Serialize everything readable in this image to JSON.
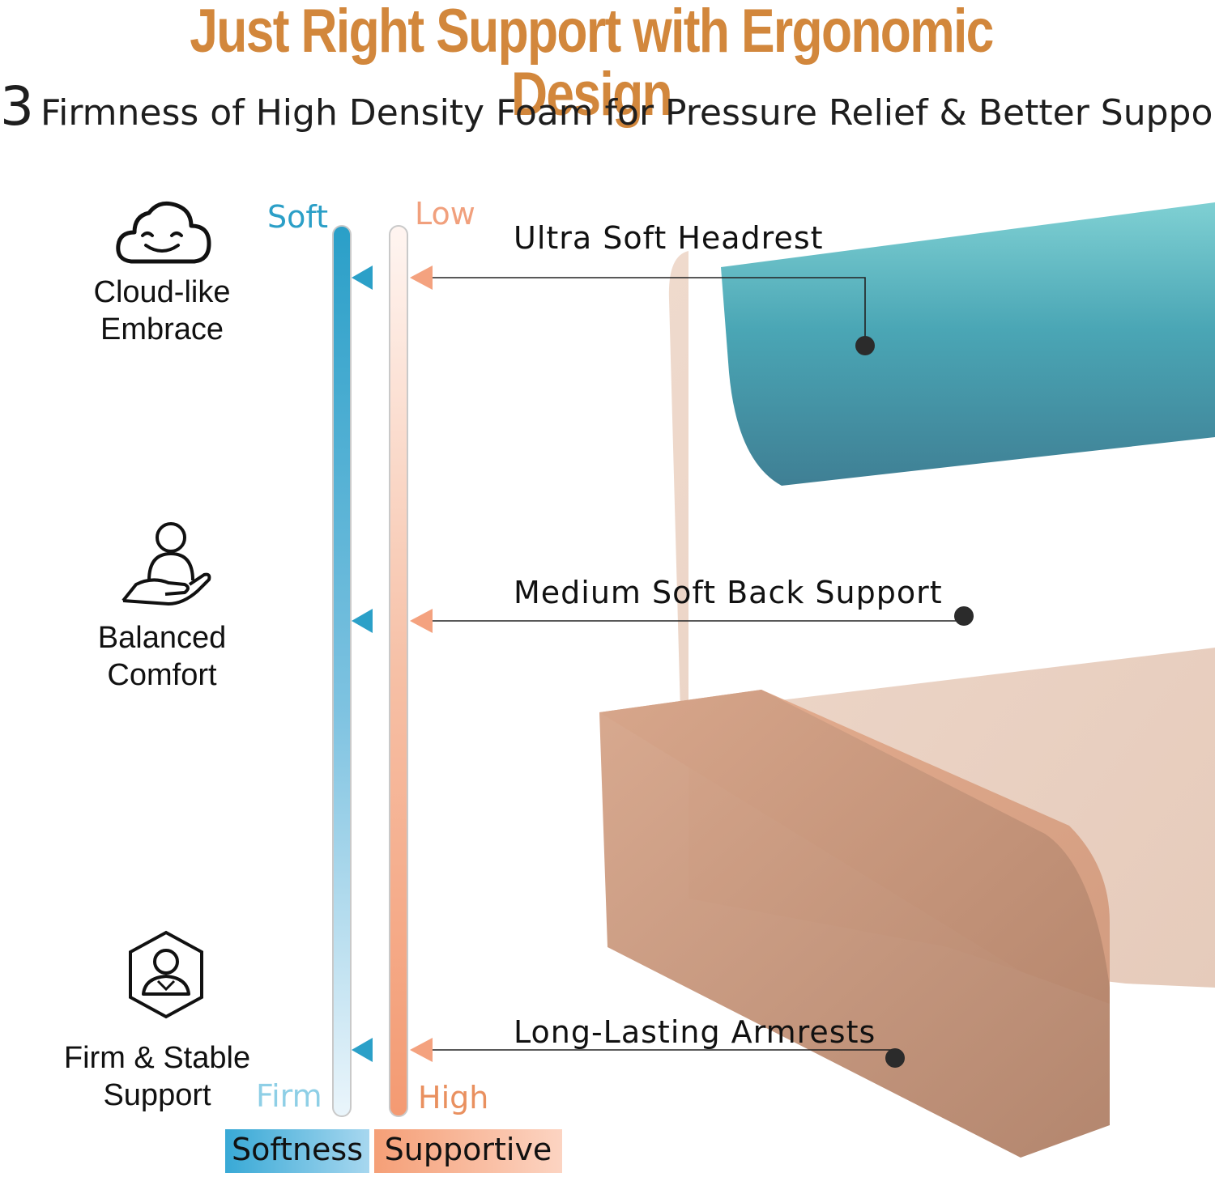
{
  "header": {
    "title": "Just Right Support with Ergonomic Design",
    "subtitle_number": "3",
    "subtitle_text": "Firmness of High Density Foam for Pressure Relief & Better Support"
  },
  "benefits": [
    {
      "icon": "cloud-smile-icon",
      "line1": "Cloud-like",
      "line2": "Embrace"
    },
    {
      "icon": "hand-holding-person-icon",
      "line1": "Balanced",
      "line2": "Comfort"
    },
    {
      "icon": "person-hexagon-icon",
      "line1": "Firm & Stable",
      "line2": "Support"
    }
  ],
  "scales": {
    "softness": {
      "top": "Soft",
      "bottom": "Firm",
      "legend": "Softness"
    },
    "support": {
      "top": "Low",
      "bottom": "High",
      "legend": "Supportive"
    }
  },
  "zones": [
    {
      "label": "Ultra Soft Headrest",
      "softness_pct": 5,
      "support_pct": 5
    },
    {
      "label": "Medium Soft Back Support",
      "softness_pct": 45,
      "support_pct": 45
    },
    {
      "label": "Long-Lasting Armrests",
      "softness_pct": 95,
      "support_pct": 95
    }
  ],
  "colors": {
    "title": "#d2873c",
    "subtitle": "#1e1e1e",
    "soft_blue": "#2ba0c8",
    "support_orange": "#f4a27f",
    "headrest": "#4aa6b5",
    "back": "#e9d2c4",
    "armrest": "#c99478"
  }
}
